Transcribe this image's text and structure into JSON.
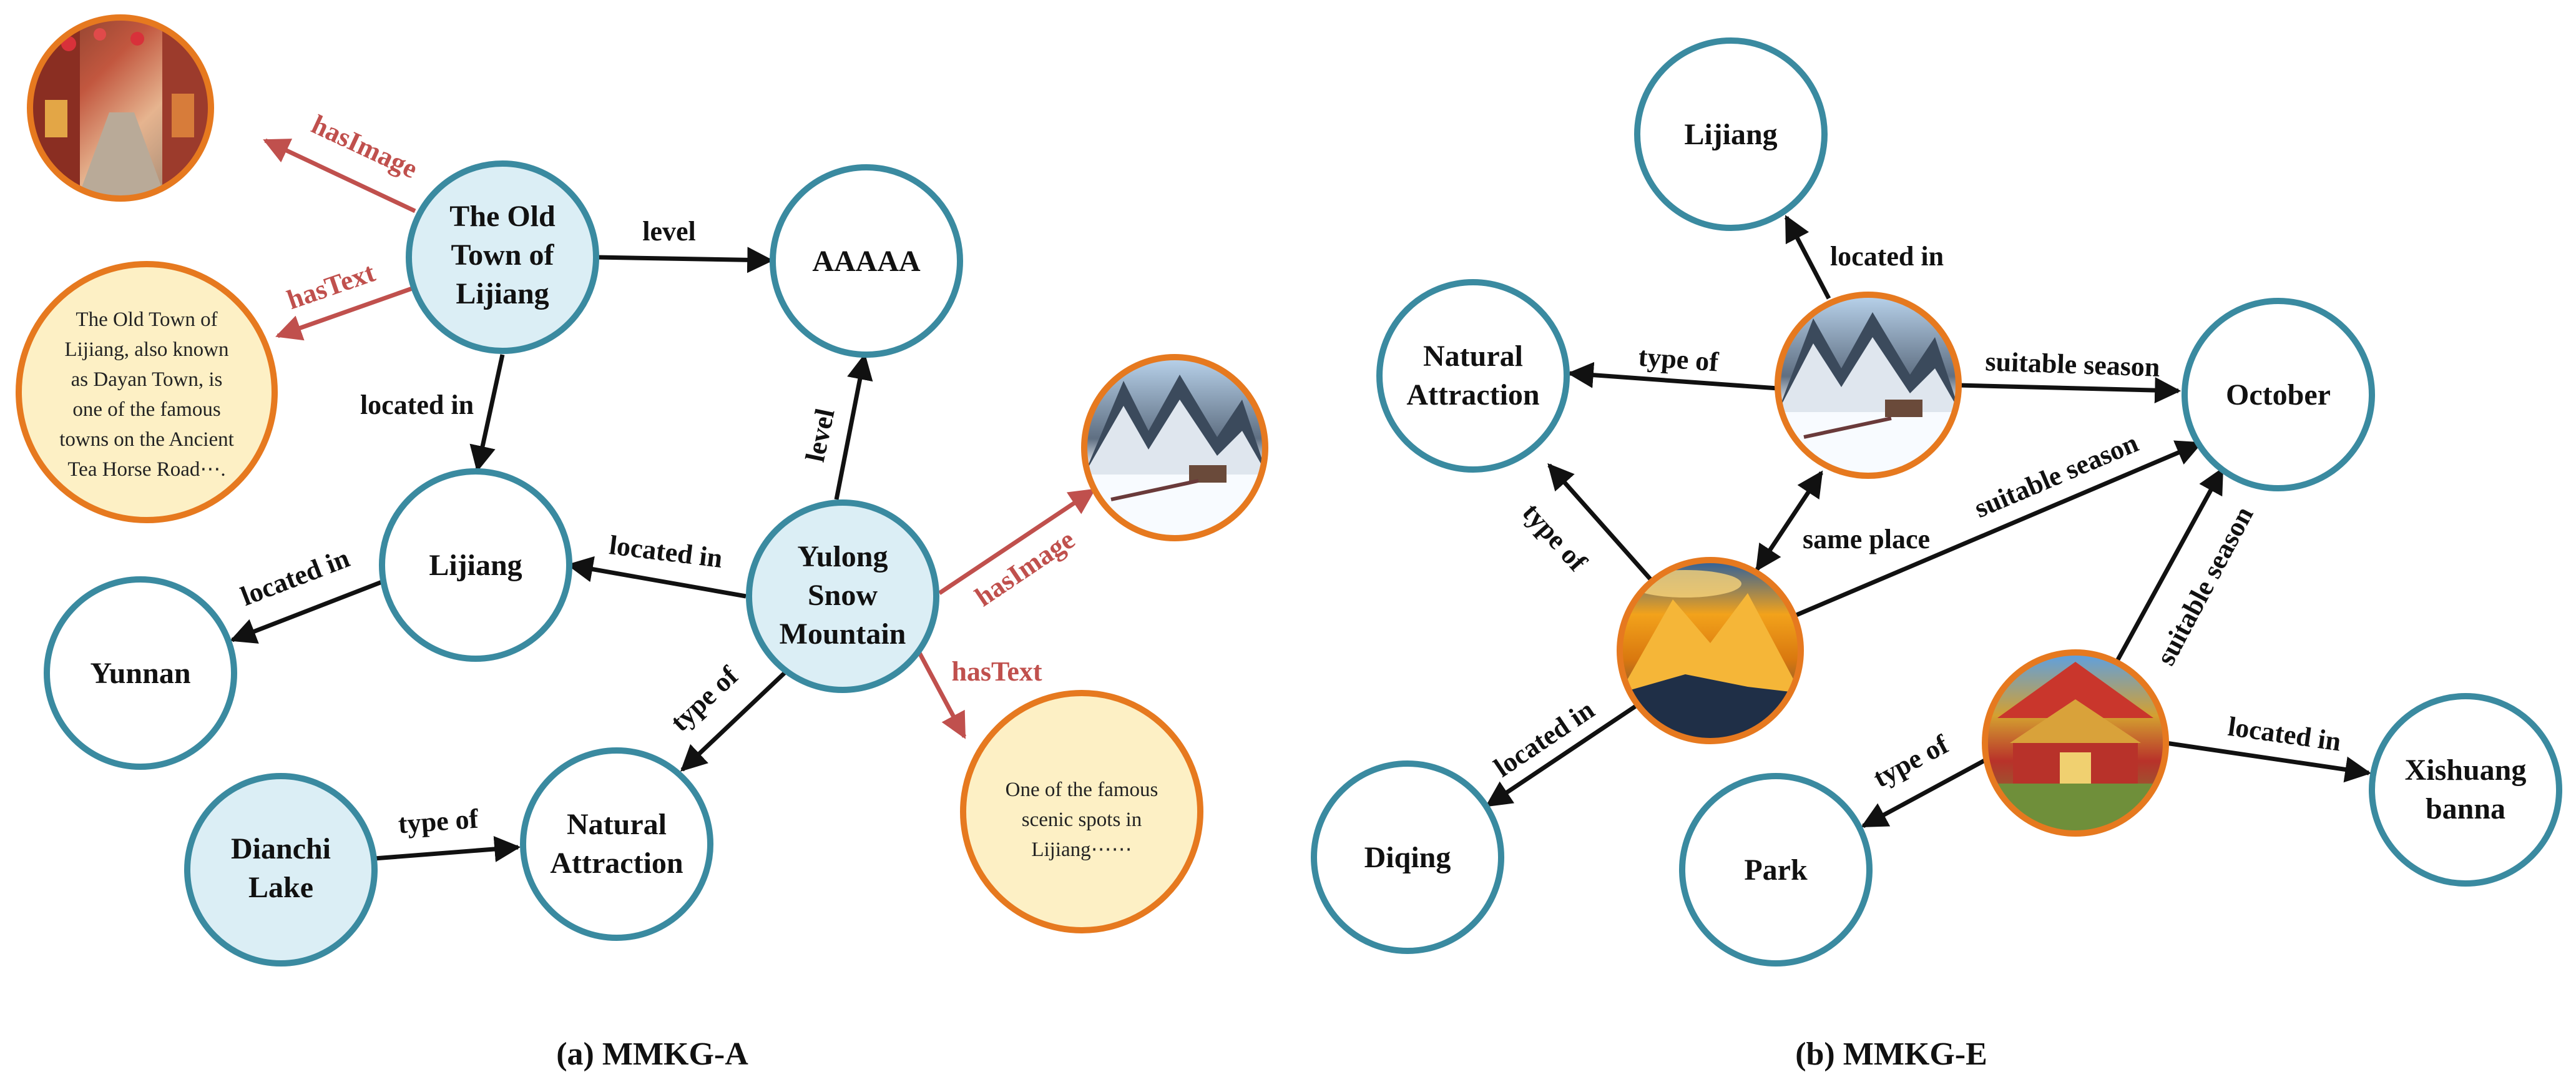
{
  "colors": {
    "node_stroke": "#3a8aa0",
    "node_fill_plain": "#ffffff",
    "node_fill_highlight": "#dbeef5",
    "media_stroke": "#e6791f",
    "text_node_fill": "#fdf0c5",
    "edge_black": "#111111",
    "edge_red": "#c0504d"
  },
  "panel_a": {
    "caption": "(a) MMKG-A",
    "nodes": {
      "old_town": [
        "The Old",
        "Town of",
        "Lijiang"
      ],
      "aaaaa": [
        "AAAAA"
      ],
      "lijiang": [
        "Lijiang"
      ],
      "yulong": [
        "Yulong",
        "Snow",
        "Mountain"
      ],
      "yunnan": [
        "Yunnan"
      ],
      "dianchi": [
        "Dianchi",
        "Lake"
      ],
      "natural": [
        "Natural",
        "Attraction"
      ],
      "text_old_town": [
        "The Old Town of",
        "Lijiang, also known",
        "as Dayan Town, is",
        "one of the famous",
        "towns on the Ancient",
        "Tea Horse Road⋯."
      ],
      "text_yulong": [
        "One of the famous",
        "scenic spots in",
        "Lijiang⋯⋯"
      ]
    },
    "images": {
      "old_town_image": "old-town-street-photo",
      "yulong_image": "snow-mountain-photo"
    },
    "edges": {
      "level_top": "level",
      "level_right": "level",
      "has_image_1": "hasImage",
      "has_text_1": "hasText",
      "located_in_1": "located in",
      "located_in_2": "located in",
      "located_in_3": "located in",
      "type_of_1": "type of",
      "type_of_2": "type of",
      "has_image_2": "hasImage",
      "has_text_2": "hasText"
    }
  },
  "panel_b": {
    "caption": "(b) MMKG-E",
    "nodes": {
      "lijiang": [
        "Lijiang"
      ],
      "natural": [
        "Natural",
        "Attraction"
      ],
      "october": [
        "October"
      ],
      "diqing": [
        "Diqing"
      ],
      "park": [
        "Park"
      ],
      "xishuang": [
        "Xishuang",
        "banna"
      ]
    },
    "images": {
      "snow_mountain": "snow-mountain-photo",
      "sunrise_peak": "sunrise-peak-photo",
      "temple": "temple-photo"
    },
    "edges": {
      "located_in_top": "located in",
      "type_of_top": "type of",
      "suitable_season_top": "suitable season",
      "type_of_left": "type of",
      "same_place": "same place",
      "suitable_season_mid": "suitable season",
      "located_in_left": "located in",
      "suitable_season_right": "suitable season",
      "type_of_bottom": "type of",
      "located_in_right": "located in"
    }
  }
}
